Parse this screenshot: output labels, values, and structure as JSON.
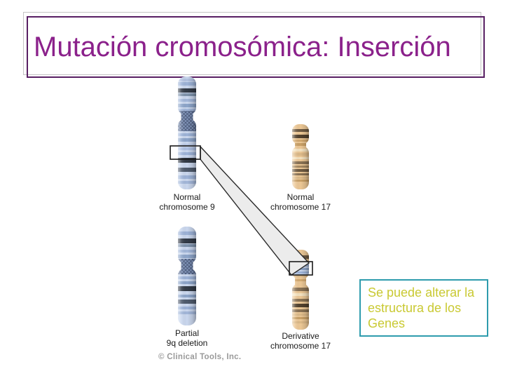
{
  "slide": {
    "title": "Mutación cromosómica: Inserción",
    "background": "#ffffff"
  },
  "figure": {
    "chromosomes": [
      {
        "id": "chr9-normal",
        "label_line1": "Normal",
        "label_line2": "chromosome 9"
      },
      {
        "id": "chr17-normal",
        "label_line1": "Normal",
        "label_line2": "chromosome 17"
      },
      {
        "id": "chr9-partial-deletion",
        "label_line1": "Partial",
        "label_line2": "9q deletion"
      },
      {
        "id": "chr17-derivative",
        "label_line1": "Derivative",
        "label_line2": "chromosome 17"
      }
    ],
    "credit": "© Clinical Tools, Inc."
  },
  "callout": {
    "text": "Se puede alterar la estructura de los Genes"
  },
  "colors": {
    "title_text": "#8b218b",
    "title_border": "#581f63",
    "title_shadow_border": "#c4c4c4",
    "callout_text": "#c9c932",
    "callout_border": "#2e9cad",
    "label_text": "#1a1a1a",
    "credit_text": "#9a9a9a",
    "chr9_base": "#cad7ee",
    "chr17_base": "#ecc795",
    "insertion_band_fill": "#ececec"
  }
}
